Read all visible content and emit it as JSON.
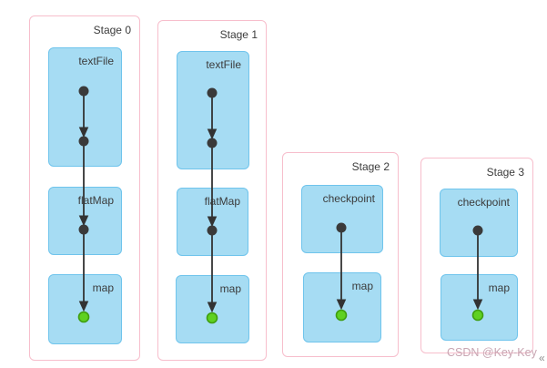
{
  "diagram": {
    "stages": [
      {
        "label": "Stage 0",
        "ops": [
          {
            "label": "textFile"
          },
          {
            "label": "flatMap"
          },
          {
            "label": "map"
          }
        ]
      },
      {
        "label": "Stage 1",
        "ops": [
          {
            "label": "textFile"
          },
          {
            "label": "flatMap"
          },
          {
            "label": "map"
          }
        ]
      },
      {
        "label": "Stage 2",
        "ops": [
          {
            "label": "checkpoint"
          },
          {
            "label": "map"
          }
        ]
      },
      {
        "label": "Stage 3",
        "ops": [
          {
            "label": "checkpoint"
          },
          {
            "label": "map"
          }
        ]
      }
    ]
  },
  "watermark": {
    "text": "CSDN @Key-Key"
  },
  "corner_glyph": "«",
  "colors": {
    "stage_border": "#F7BECC",
    "op_fill": "#A6DCF3",
    "op_border": "#6FC4EC",
    "edge": "#333333",
    "rdd_dot": "#3A3A3A",
    "end_dot_fill": "#5FD121",
    "end_dot_border": "#3F9E10",
    "label_text": "#3B3B3B",
    "watermark_text": "#C8A5B2"
  }
}
